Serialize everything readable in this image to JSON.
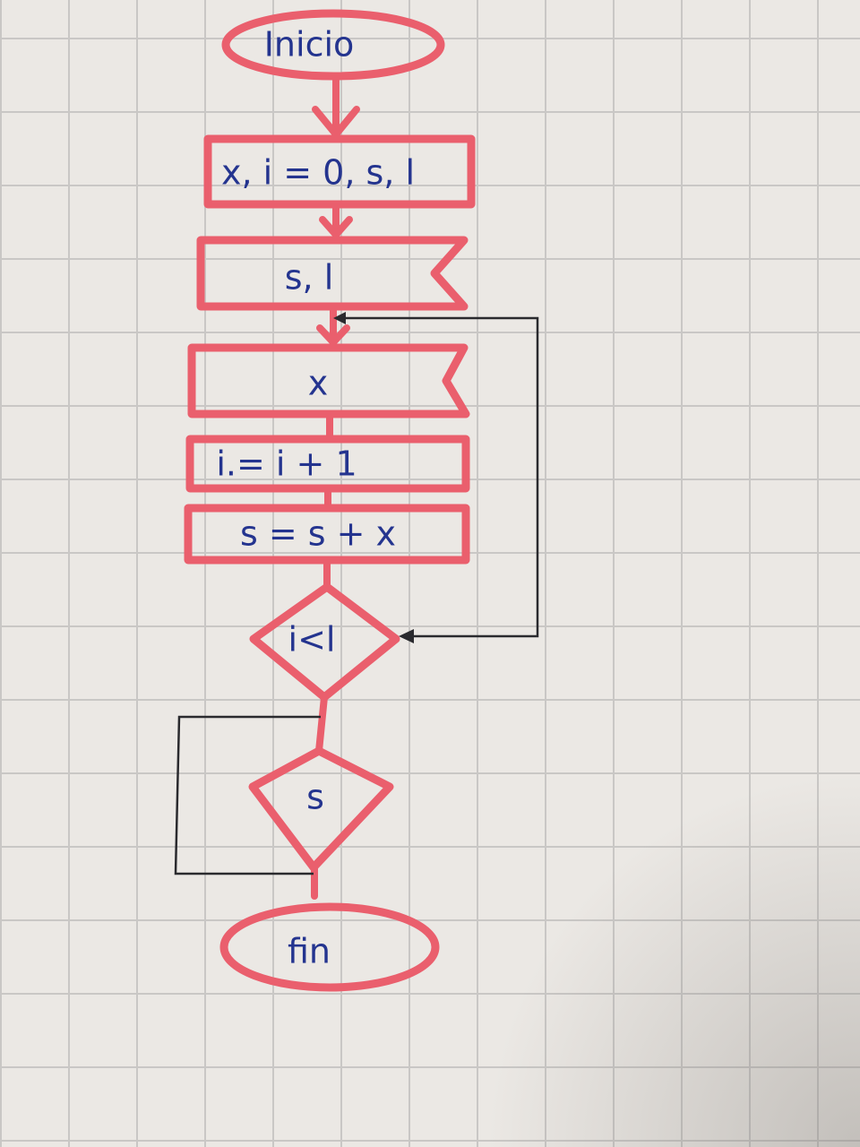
{
  "flowchart": {
    "start": "Inicio",
    "init": "x, i = 0, s, l",
    "input_1": "s, l",
    "input_2": "x",
    "process_1": "i.= i + 1",
    "process_2": "s = s + x",
    "decision": "i<l",
    "output": "s",
    "end": "fin"
  },
  "colors": {
    "shape_stroke": "#ea5f6d",
    "text_ink": "#24348f",
    "loop_pen": "#2a2a2e"
  }
}
